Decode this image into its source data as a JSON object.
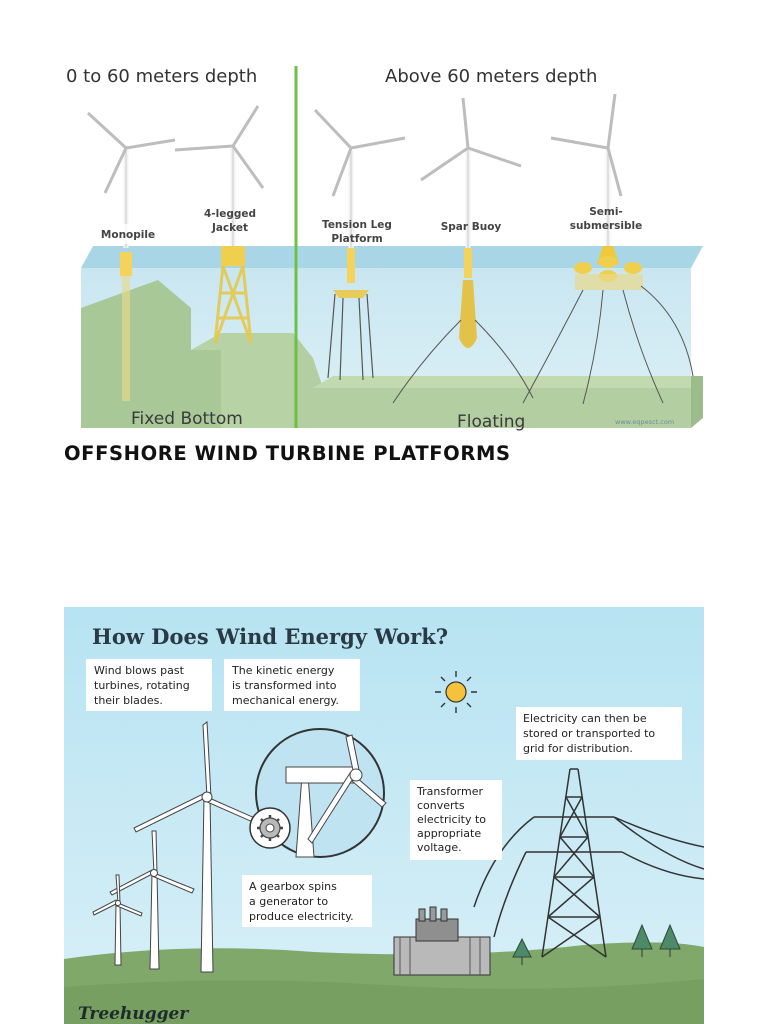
{
  "platforms_figure": {
    "header_left": "0 to 60 meters depth",
    "header_right": "Above 60 meters depth",
    "labels": {
      "monopile": "Monopile",
      "jacket_line1": "4-legged",
      "jacket_line2": "Jacket",
      "tlp_line1": "Tension Leg",
      "tlp_line2": "Platform",
      "spar": "Spar Buoy",
      "semi_line1": "Semi-",
      "semi_line2": "submersible"
    },
    "footer_left": "Fixed Bottom",
    "footer_right": "Floating",
    "credit": "www.eqpesct.com"
  },
  "page_heading": "OFFSHORE WIND TURBINE PLATFORMS",
  "wind_energy_figure": {
    "title": "How Does Wind Energy Work?",
    "callout_1": [
      "Wind blows past",
      "turbines, rotating",
      "their blades."
    ],
    "callout_2": [
      "The kinetic energy",
      "is transformed into",
      "mechanical energy."
    ],
    "callout_3": [
      "Electricity can then be",
      "stored or transported to",
      "grid for distribution."
    ],
    "callout_4": [
      "Transformer",
      "converts",
      "electricity to",
      "appropriate",
      "voltage."
    ],
    "callout_5": [
      "A gearbox spins",
      "a generator to",
      "produce electricity."
    ],
    "brand": "Treehugger"
  },
  "colors": {
    "water": "#cfe8f1",
    "seabed": "#a9c898",
    "divider": "#6fbf45",
    "sky": "#bfe6f3",
    "grass": "#7fa86a"
  }
}
